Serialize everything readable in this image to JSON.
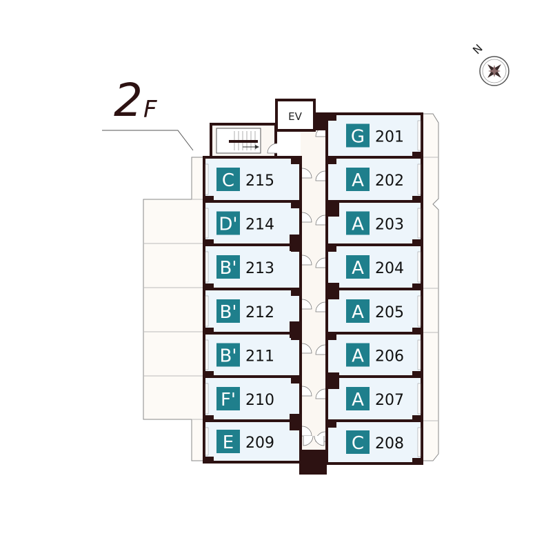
{
  "floor": {
    "number": "2",
    "suffix": "F"
  },
  "compass": {
    "label": "N"
  },
  "elevator": {
    "label": "EV"
  },
  "colors": {
    "wall": "#2d1212",
    "unit_fill": "#edf5fb",
    "badge": "#1f7f8c",
    "corridor": "#fbf7f2",
    "balcony": "#fdfaf6"
  },
  "units_right": [
    {
      "type": "G",
      "number": "201"
    },
    {
      "type": "A",
      "number": "202"
    },
    {
      "type": "A",
      "number": "203"
    },
    {
      "type": "A",
      "number": "204"
    },
    {
      "type": "A",
      "number": "205"
    },
    {
      "type": "A",
      "number": "206"
    },
    {
      "type": "A",
      "number": "207"
    },
    {
      "type": "C",
      "number": "208"
    }
  ],
  "units_left": [
    {
      "type": "C",
      "number": "215"
    },
    {
      "type": "D'",
      "number": "214"
    },
    {
      "type": "B'",
      "number": "213"
    },
    {
      "type": "B'",
      "number": "212"
    },
    {
      "type": "B'",
      "number": "211"
    },
    {
      "type": "F'",
      "number": "210"
    },
    {
      "type": "E",
      "number": "209"
    }
  ]
}
